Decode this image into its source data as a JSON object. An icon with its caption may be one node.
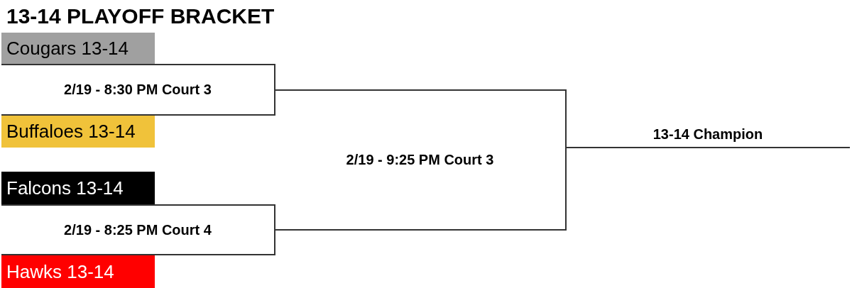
{
  "diagram": {
    "title": "13-14 PLAYOFF BRACKET",
    "nodes": [
      {
        "text": [
          "Cougars 13-14"
        ]
      },
      {
        "text": [
          "2/19 - 8:30 PM Court 3"
        ]
      },
      {
        "text": [
          "Buffaloes 13-14"
        ]
      },
      {
        "text": [
          "Falcons 13-14"
        ]
      },
      {
        "text": [
          "2/19 - 8:25 PM Court 4"
        ]
      },
      {
        "text": [
          "Hawks 13-14"
        ]
      },
      {
        "text": [
          "2/19 - 9:25 PM Court 3"
        ]
      },
      {
        "text": [
          "13-14 Champion"
        ]
      }
    ]
  }
}
